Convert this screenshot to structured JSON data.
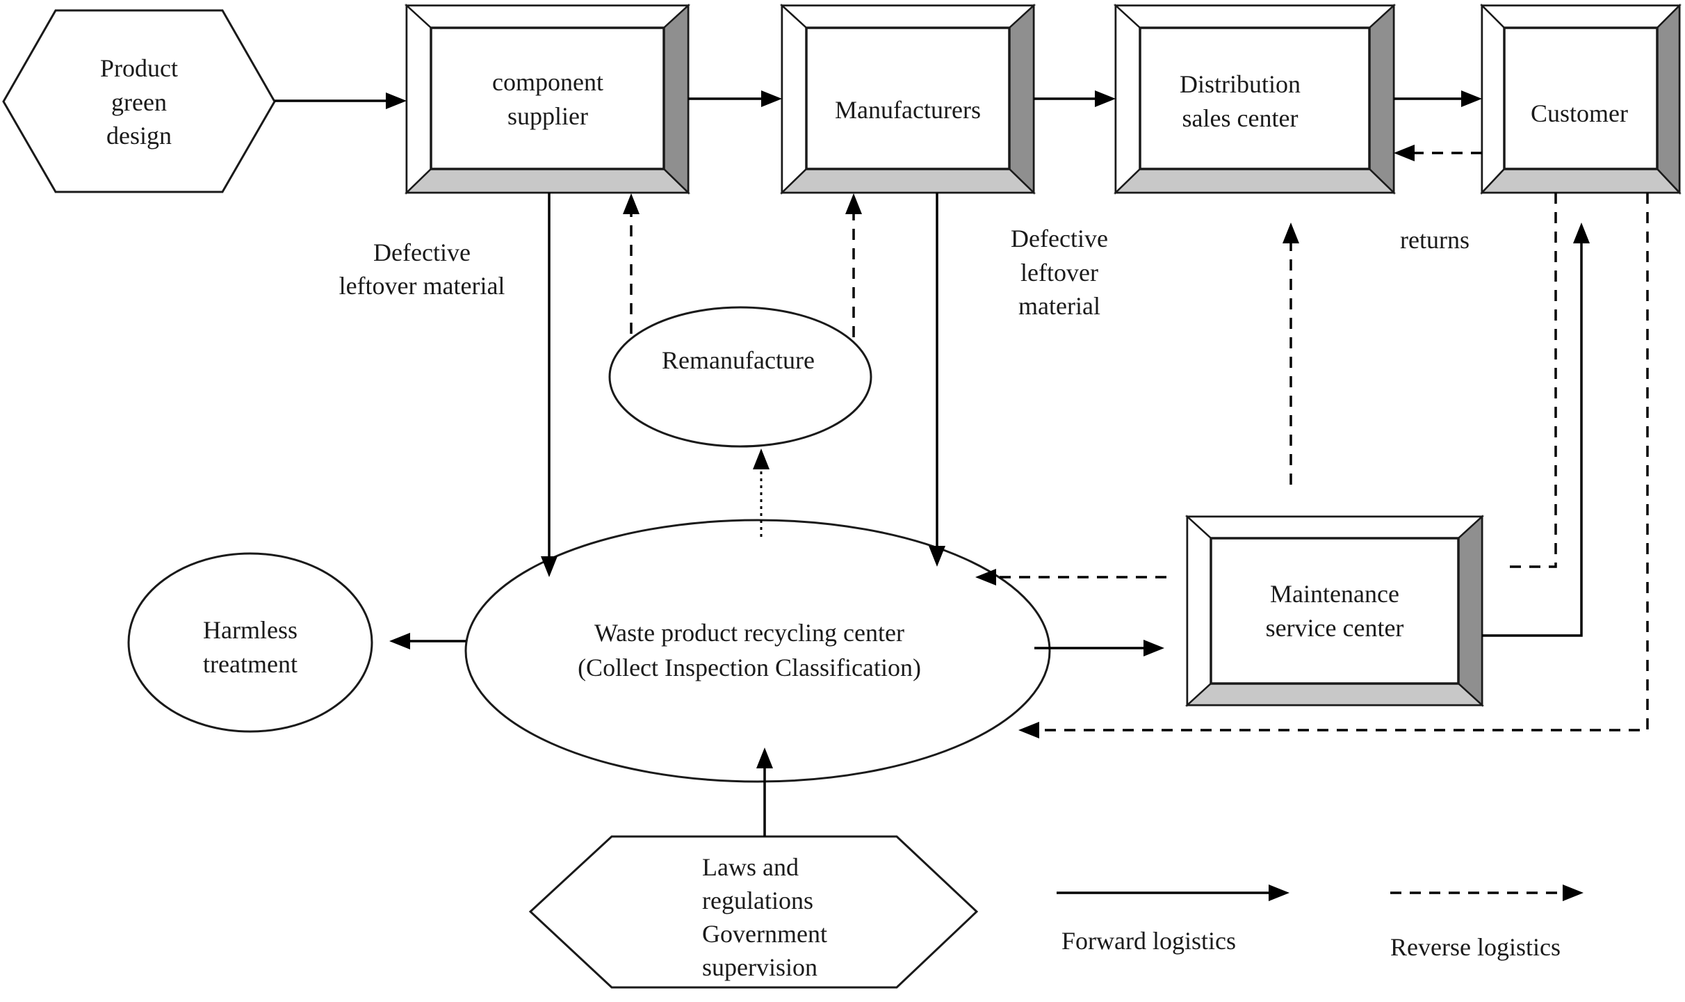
{
  "nodes": {
    "product_green_design": [
      "Product",
      "green",
      "design"
    ],
    "component_supplier": [
      "component",
      "supplier"
    ],
    "manufacturers": [
      "Manufacturers"
    ],
    "distribution_sales_center": [
      "Distribution",
      "sales center"
    ],
    "customer": [
      "Customer"
    ],
    "remanufacture": [
      "Remanufacture"
    ],
    "harmless_treatment": [
      "Harmless",
      "treatment"
    ],
    "waste_recycling_center": [
      "Waste product recycling center",
      "(Collect Inspection Classification)"
    ],
    "maintenance_service_center": [
      "Maintenance",
      "service center"
    ],
    "laws_regulations": [
      "Laws and",
      "regulations",
      "Government",
      "supervision"
    ]
  },
  "labels": {
    "defective_left": [
      "Defective",
      "leftover material"
    ],
    "defective_right": [
      "Defective",
      "leftover",
      "material"
    ],
    "returns": "returns"
  },
  "legend": {
    "forward": "Forward logistics",
    "reverse": "Reverse logistics"
  }
}
